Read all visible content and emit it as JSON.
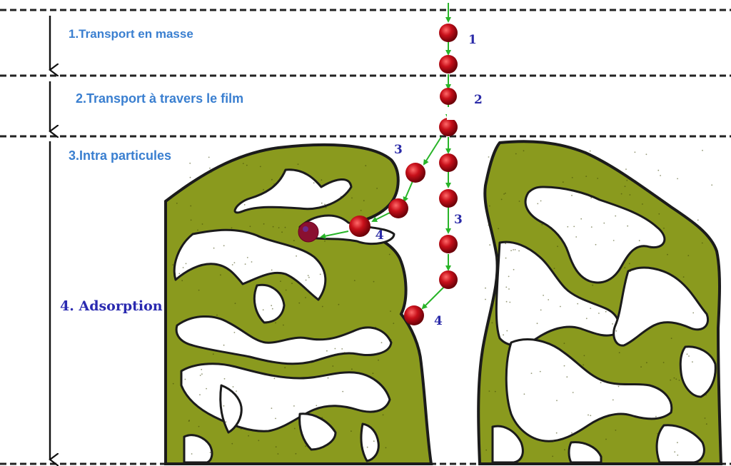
{
  "stages": [
    {
      "id": "stage-1",
      "label": "1.Transport en masse"
    },
    {
      "id": "stage-2",
      "label": "2.Transport à travers le film"
    },
    {
      "id": "stage-3",
      "label": "3.Intra particules"
    },
    {
      "id": "stage-4",
      "label": "4. Adsorption"
    }
  ],
  "markers": [
    "1",
    "2",
    "3",
    "3",
    "4",
    "4"
  ],
  "colors": {
    "stage_label": "#3a7fd0",
    "adsorption_label": "#2a2ab0",
    "marker_number": "#2a2aa8",
    "particle_fill": "#c8101a",
    "particle_shadow": "#7a0008",
    "adsorbed_particle": "#8a1030",
    "arrow": "#28b428",
    "adsorbent_fill": "#8a9a1e",
    "adsorbent_outline": "#1b1b1b",
    "pore": "#ffffff",
    "dashed_line": "#222222"
  },
  "icons": {
    "particle": "red-sphere",
    "flow_arrow": "green-arrow",
    "stage_arrow": "black-down-arrow"
  }
}
